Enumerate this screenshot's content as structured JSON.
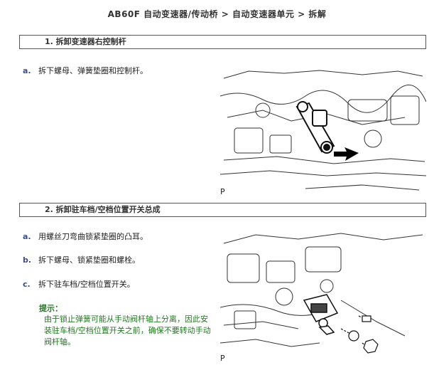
{
  "breadcrumb": "AB60F 自动变速器/传动桥 >  自动变速器单元 >  拆解",
  "section1": {
    "title": "1. 拆卸变速器右控制杆",
    "steps": [
      {
        "mark": "a.",
        "text": "拆下螺母、弹簧垫圈和控制杆。"
      }
    ],
    "figure_label": "P"
  },
  "section2": {
    "title": "2. 拆卸驻车档/空档位置开关总成",
    "steps": [
      {
        "mark": "a.",
        "text": "用螺丝刀弯曲锁紧垫圈的凸耳。"
      },
      {
        "mark": "b.",
        "text": "拆下螺母、锁紧垫圈和螺栓。"
      },
      {
        "mark": "c.",
        "text": "拆下驻车档/空档位置开关。"
      }
    ],
    "hint_title": "提示：",
    "hint_body": "由于锁止弹簧可能从手动阀杆轴上分离，因此安装驻车档/空档位置开关之前，确保不要转动手动阀杆轴。",
    "figure_label": "P"
  }
}
